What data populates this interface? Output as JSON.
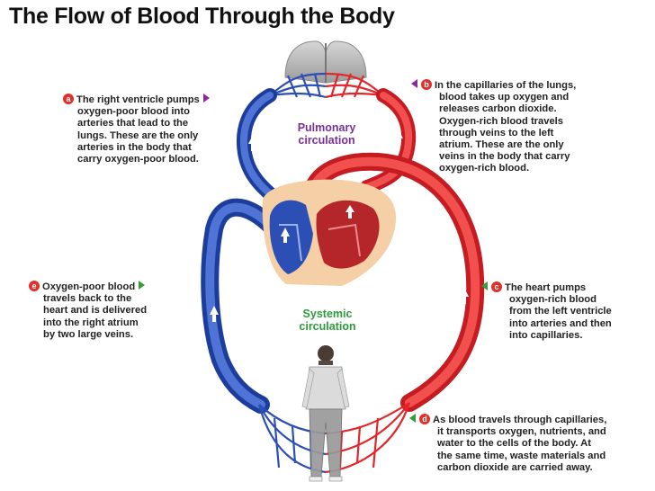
{
  "title": "The Flow of Blood Through the Body",
  "labels": {
    "pulmonary_line1": "Pulmonary",
    "pulmonary_line2": "circulation",
    "systemic_line1": "Systemic",
    "systemic_line2": "circulation"
  },
  "notes": {
    "a": {
      "letter": "a",
      "lines": [
        "The right ventricle pumps",
        "oxygen-poor blood into",
        "arteries that lead to the",
        "lungs. These are the only",
        "arteries in the body that",
        "carry oxygen-poor blood."
      ]
    },
    "b": {
      "letter": "b",
      "lines": [
        "In the capillaries of the lungs,",
        "blood takes up oxygen and",
        "releases carbon dioxide.",
        "Oxygen-rich blood travels",
        "through veins to the left",
        "atrium. These are the only",
        "veins in the body that carry",
        "oxygen-rich blood."
      ]
    },
    "c": {
      "letter": "c",
      "lines": [
        "The heart pumps",
        "oxygen-rich blood",
        "from the left ventricle",
        "into arteries and then",
        "into capillaries."
      ]
    },
    "d": {
      "letter": "d",
      "lines": [
        "As blood travels through capillaries,",
        "it transports oxygen, nutrients, and",
        "water to the cells of the body. At",
        "the same time, waste materials and",
        "carbon dioxide are carried away."
      ]
    },
    "e": {
      "letter": "e",
      "lines": [
        "Oxygen-poor blood",
        "travels back to the",
        "heart and is delivered",
        "into the right atrium",
        "by two large veins."
      ]
    }
  },
  "colors": {
    "oxygen_poor": "#2c4fb5",
    "oxygen_rich": "#e3262b",
    "heart_bg": "#f5cfa6",
    "pulmonary_text": "#7a2f9a",
    "systemic_text": "#2d9b3c",
    "badge": "#e0302c"
  },
  "icons": [
    "lungs-icon",
    "heart-icon",
    "human-figure-icon",
    "flow-arrow-icon"
  ]
}
